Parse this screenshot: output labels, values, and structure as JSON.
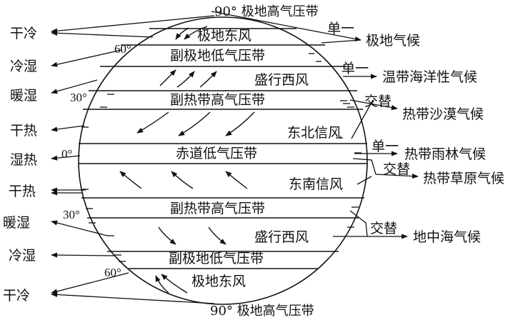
{
  "poles": {
    "north": "90° 极地高气压带",
    "south": "90° 极地高气压带"
  },
  "latitudes": {
    "n60": "60°",
    "n30": "30°",
    "eq": "0°",
    "s30": "30°",
    "s60": "60°"
  },
  "belts": {
    "polar_easterlies_n": "极地东风",
    "subpolar_low_n": "副极地低气压带",
    "westerlies_n": "盛行西风",
    "subtropical_high_n": "副热带高气压带",
    "ne_trades": "东北信风",
    "equatorial_low": "赤道低气压带",
    "se_trades": "东南信风",
    "subtropical_high_s": "副热带高气压带",
    "westerlies_s": "盛行西风",
    "subpolar_low_s": "副极地低气压带",
    "polar_easterlies_s": "极地东风"
  },
  "left_labels": {
    "n_dry_cold": "干冷",
    "n_cold_wet": "冷湿",
    "n_warm_wet": "暖湿",
    "n_dry_hot": "干热",
    "wet_hot": "湿热",
    "s_dry_hot": "干热",
    "s_warm_wet": "暖湿",
    "s_cold_wet": "冷湿",
    "s_dry_cold": "干冷"
  },
  "right_labels": {
    "single_1": "单一",
    "polar_climate": "极地气候",
    "single_2": "单一",
    "temperate_maritime": "温带海洋性气候",
    "alternate_1": "交替",
    "tropical_desert": "热带沙漠气候",
    "single_3": "单一",
    "tropical_rainforest": "热带雨林气候",
    "alternate_2": "交替",
    "tropical_savanna": "热带草原气候",
    "alternate_3": "交替",
    "mediterranean": "地中海气候"
  }
}
